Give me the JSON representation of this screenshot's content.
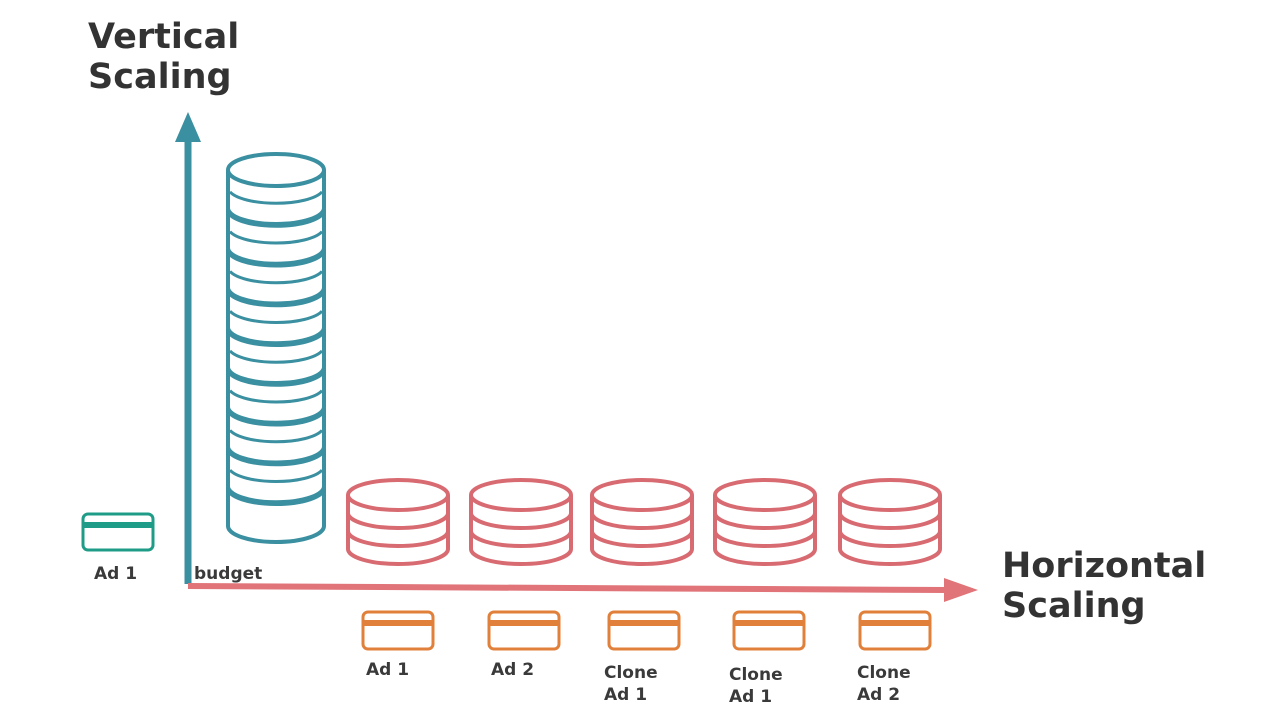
{
  "vertical": {
    "title_lines": [
      "Vertical",
      "Scaling"
    ],
    "color": "#3a8fa0",
    "ad_label": "Ad 1",
    "ad_color": "#1f9c87",
    "budget_label": "budget",
    "stack_discs": 9
  },
  "horizontal": {
    "title_lines": [
      "Horizontal",
      "Scaling"
    ],
    "color": "#e07478",
    "db_color": "#d86b71",
    "ad_color": "#e0803a",
    "ads": [
      {
        "lines": [
          "Ad 1"
        ]
      },
      {
        "lines": [
          "Ad 2"
        ]
      },
      {
        "lines": [
          "Clone",
          "Ad 1"
        ]
      },
      {
        "lines": [
          "Clone",
          "Ad 1"
        ]
      },
      {
        "lines": [
          "Clone",
          "Ad 2"
        ]
      }
    ]
  }
}
